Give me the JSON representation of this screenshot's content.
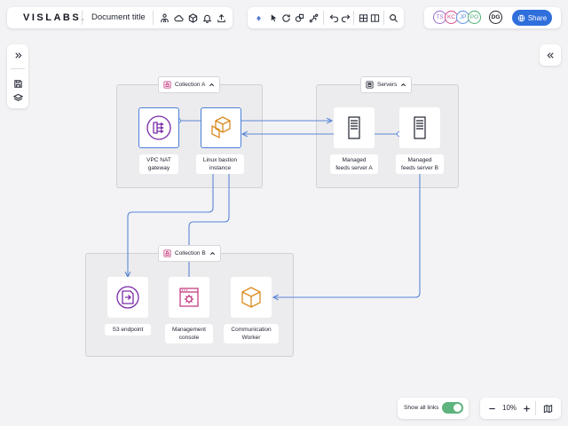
{
  "header": {
    "logo": "VISLABS.",
    "document_title": "Document title",
    "left_icons": [
      "org-chart-icon",
      "cloud-icon",
      "package-icon",
      "bell-icon",
      "upload-icon"
    ],
    "center_tools": [
      "cursor-up-icon",
      "pointer-icon",
      "refresh-icon",
      "shapes-icon",
      "connector-icon",
      "undo-icon",
      "redo-icon",
      "layout-icon",
      "split-view-icon",
      "search-icon"
    ]
  },
  "users": [
    {
      "initials": "TS",
      "color": "#9b6fcf"
    },
    {
      "initials": "KC",
      "color": "#d4498b"
    },
    {
      "initials": "JP",
      "color": "#5a8fe0"
    },
    {
      "initials": "PO",
      "color": "#4bae74"
    },
    {
      "initials": "DG",
      "color": "#22252d"
    }
  ],
  "share": {
    "label": "Share"
  },
  "side_panel": {
    "expand_icon": "chevron-double-right-icon",
    "icons": [
      "save-icon",
      "layers-icon"
    ]
  },
  "right_panel": {
    "collapse_icon": "chevron-double-left-icon"
  },
  "groups": {
    "collection_a": {
      "label": "Collection A"
    },
    "servers": {
      "label": "Servers"
    },
    "collection_b": {
      "label": "Collection B"
    }
  },
  "nodes": {
    "vpc_nat": {
      "label": "VPC NAT\ngateway",
      "icon": "nat-gateway-icon"
    },
    "linux_bastion": {
      "label": "Linux bastion\ninstance",
      "icon": "instance-cube-icon"
    },
    "feeds_a": {
      "label": "Managed\nfeeds server A",
      "icon": "server-icon"
    },
    "feeds_b": {
      "label": "Managed\nfeeds server B",
      "icon": "server-icon"
    },
    "s3": {
      "label": "S3 endpoint",
      "icon": "s3-endpoint-icon"
    },
    "mgmt": {
      "label": "Management\nconsole",
      "icon": "management-console-icon"
    },
    "comm": {
      "label": "Communication\nWorker",
      "icon": "worker-box-icon"
    }
  },
  "colors": {
    "connector": "#5b86d6",
    "purple": "#7a2aa8",
    "orange": "#d98a1f",
    "pink": "#c2307a",
    "selection": "#4b7fd9"
  },
  "footer": {
    "show_all_links_label": "Show all links",
    "show_all_links_on": true,
    "zoom_level": "10%"
  }
}
